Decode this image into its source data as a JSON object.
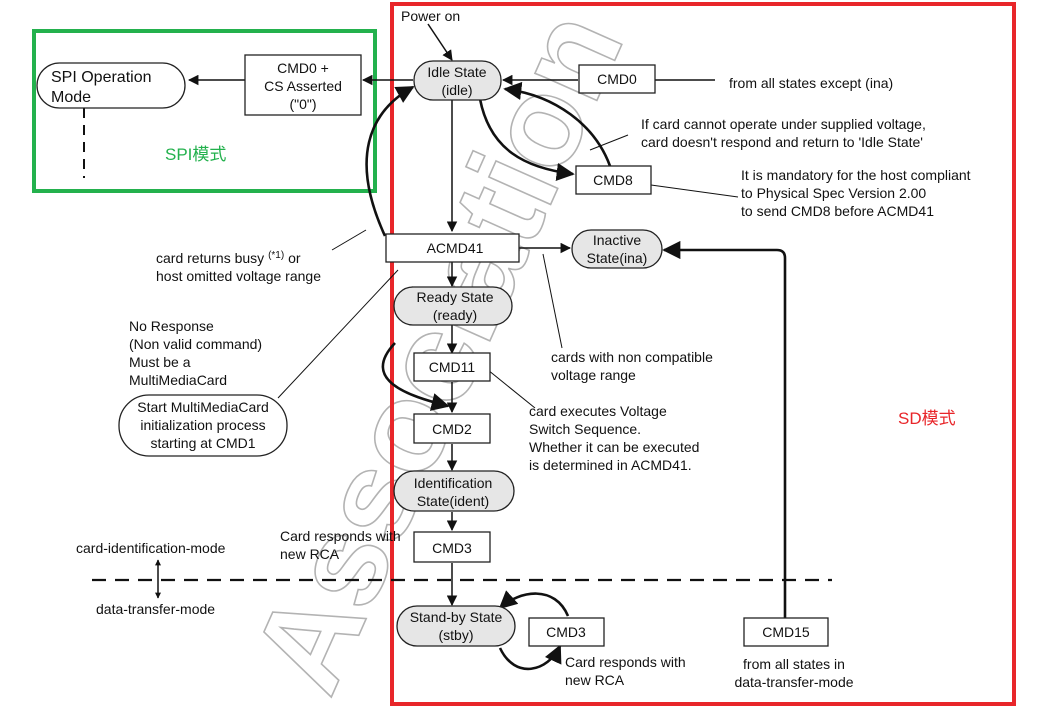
{
  "spi_section": {
    "label": "SPI模式",
    "operation_mode": [
      "SPI Operation",
      "Mode"
    ],
    "cmd0_cs": [
      "CMD0 +",
      "CS Asserted",
      "(\"0\")"
    ]
  },
  "sd_section": {
    "label": "SD模式"
  },
  "watermark": "Association",
  "states": {
    "idle": [
      "Idle State",
      "(idle)"
    ],
    "inactive": [
      "Inactive",
      "State(ina)"
    ],
    "ready": [
      "Ready State",
      "(ready)"
    ],
    "ident": [
      "Identification",
      "State(ident)"
    ],
    "standby": [
      "Stand-by State",
      "(stby)"
    ]
  },
  "commands": {
    "cmd0": "CMD0",
    "cmd8": "CMD8",
    "acmd41": "ACMD41",
    "cmd11": "CMD11",
    "cmd2": "CMD2",
    "cmd3_ident": "CMD3",
    "cmd3_stby": "CMD3",
    "cmd15": "CMD15"
  },
  "mmc": {
    "note": [
      "No Response",
      "(Non valid command)",
      "Must be a",
      "MultiMediaCard"
    ],
    "start": [
      "Start MultiMediaCard",
      "initialization process",
      "starting at CMD1"
    ]
  },
  "annotations": {
    "power_on": "Power on",
    "from_all_states": "from all states except (ina)",
    "cannot_operate": [
      "If card cannot operate under supplied voltage,",
      "card doesn't respond and return to 'Idle State'"
    ],
    "mandatory": [
      "It is mandatory for the host compliant",
      "to Physical Spec Version 2.00",
      "to send CMD8 before ACMD41"
    ],
    "busy_prefix": "card returns busy ",
    "busy_sup": "(*1)",
    "busy_or": "  or",
    "busy_line2": "host omitted voltage range",
    "non_compatible": [
      "cards with non compatible",
      "voltage range"
    ],
    "voltage_switch": [
      "card executes Voltage",
      "Switch Sequence.",
      "Whether it can be executed",
      "is determined in ACMD41."
    ],
    "new_rca_ident": [
      "Card responds with",
      "new RCA"
    ],
    "new_rca_stby": [
      "Card responds with",
      "new RCA"
    ],
    "from_transfer": [
      "from all states in",
      "data-transfer-mode"
    ]
  },
  "modes": {
    "identification": "card-identification-mode",
    "transfer": "data-transfer-mode"
  }
}
